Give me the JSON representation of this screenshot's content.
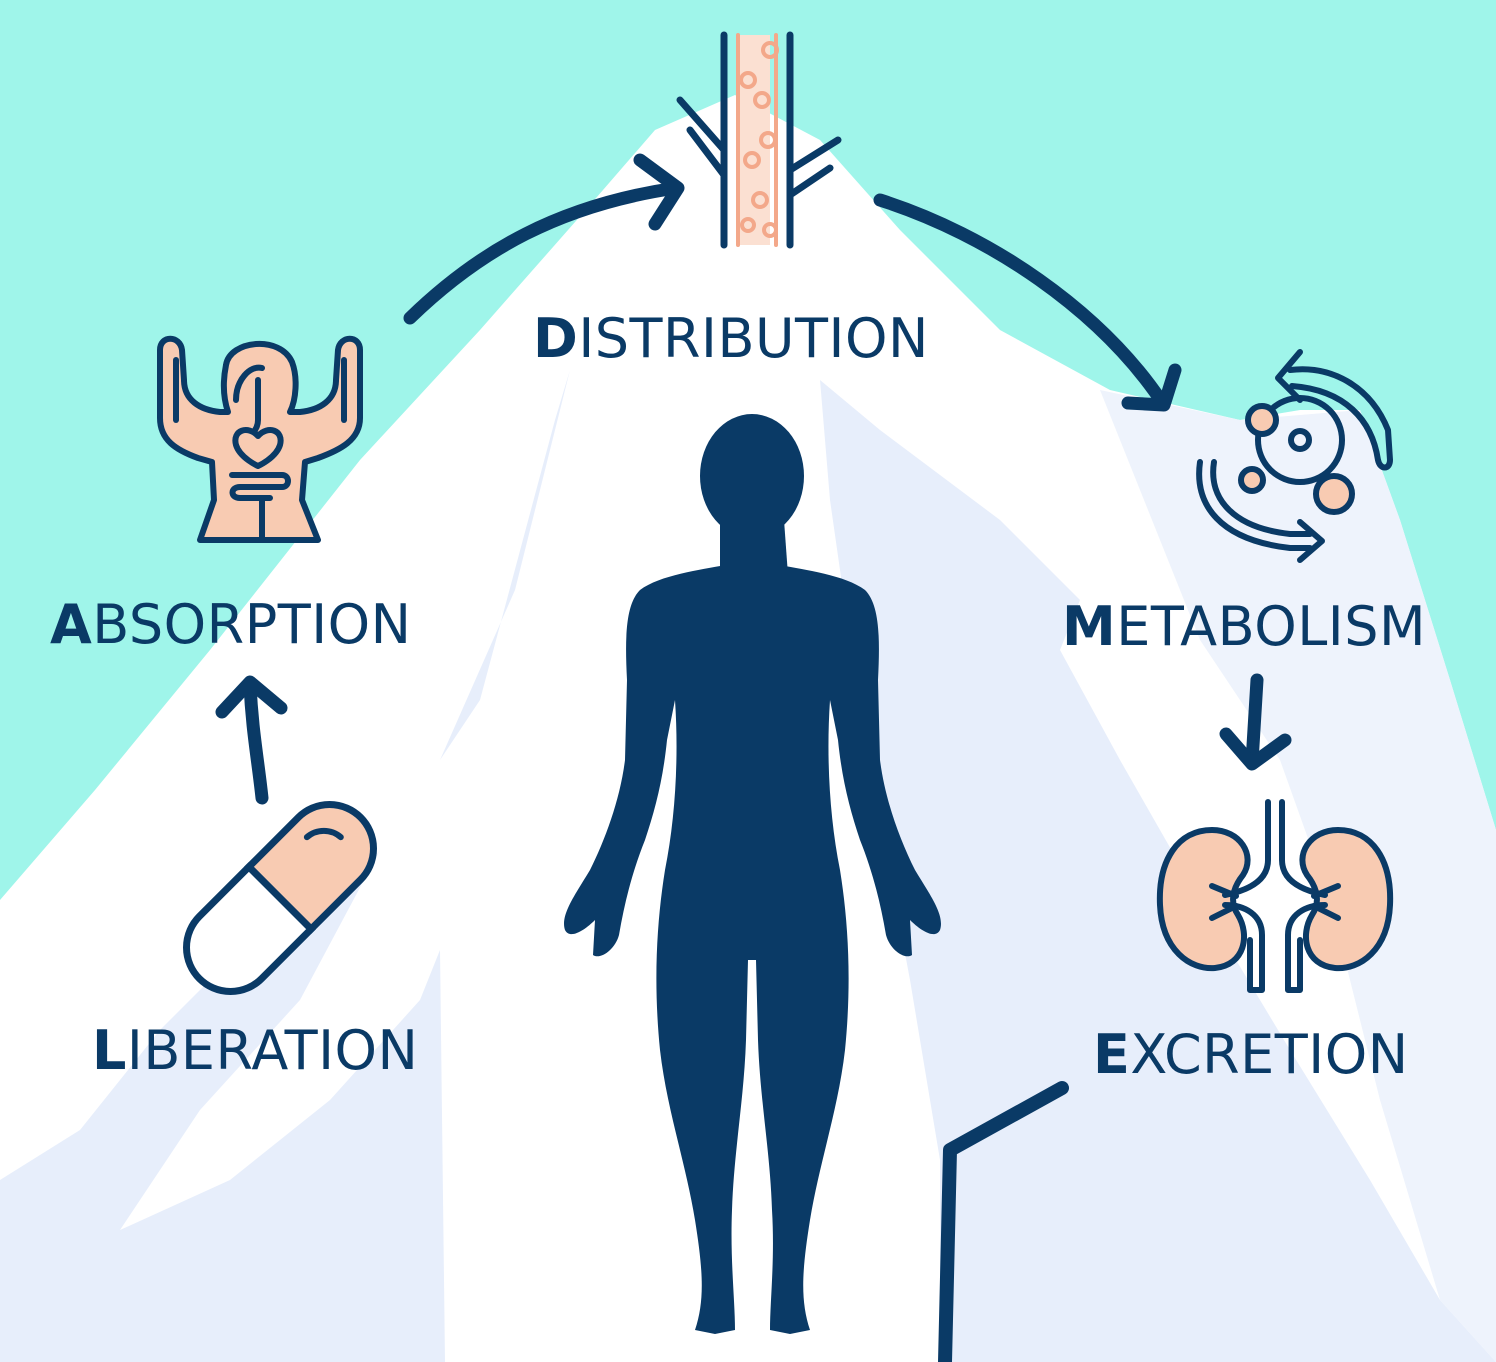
{
  "colors": {
    "sky": "#9ff5ea",
    "mountain": "#ffffff",
    "mountain_shadow": "#e7eefb",
    "navy": "#0a3a66",
    "peach": "#f8cbb2"
  },
  "stages": [
    {
      "key": "liberation",
      "first": "L",
      "rest": "IBERATION",
      "icon": "capsule-icon"
    },
    {
      "key": "absorption",
      "first": "A",
      "rest": "BSORPTION",
      "icon": "body-organs-icon"
    },
    {
      "key": "distribution",
      "first": "D",
      "rest": "ISTRIBUTION",
      "icon": "blood-vessel-icon"
    },
    {
      "key": "metabolism",
      "first": "M",
      "rest": "ETABOLISM",
      "icon": "molecule-cycle-icon"
    },
    {
      "key": "excretion",
      "first": "E",
      "rest": "XCRETION",
      "icon": "kidneys-icon"
    }
  ],
  "center_figure": "human-silhouette-icon"
}
